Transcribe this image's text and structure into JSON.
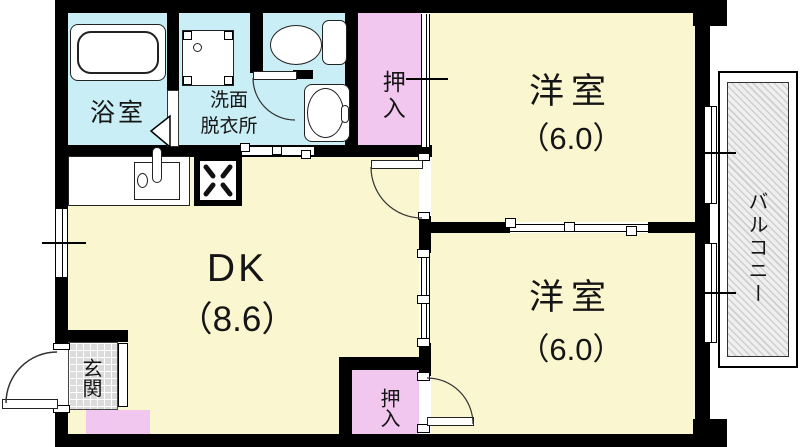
{
  "rooms": {
    "bathroom": {
      "label": "浴室"
    },
    "washroom": {
      "line1": "洗面",
      "line2": "脱衣所"
    },
    "closet_top": {
      "label": "押入"
    },
    "bedroom_top": {
      "label": "洋室",
      "size": "（6.0）"
    },
    "bedroom_bottom": {
      "label": "洋室",
      "size": "（6.0）"
    },
    "dk": {
      "label": "DK",
      "size": "（8.6）"
    },
    "entrance": {
      "label": "玄関"
    },
    "closet_bottom": {
      "label": "押入"
    },
    "balcony": {
      "label": "バルコニー"
    }
  },
  "fixtures": {
    "bathtub": "rounded-rect-tub-symbol",
    "washing_machine": "square-pan-with-circle-symbol",
    "toilet": "bowl-and-tank-symbol",
    "wash_basin": "oval-in-rect-symbol",
    "kitchen_sink": "rect-sink-with-faucet-symbol",
    "gas_stove": "x-burner-symbol",
    "entrance_floor": "tile-grid-pattern",
    "balcony_floor": "diagonal-hatch-pattern"
  },
  "colors": {
    "room_yellow": "#FAF6CF",
    "wet_area_cyan": "#C9EEF5",
    "closet_pink": "#F2C7EF",
    "wall_black": "#000000",
    "entrance_tile_gray": "#DBDBDB",
    "balcony_hatch_gray": "#EFEFEF",
    "line_dark": "#111111"
  }
}
